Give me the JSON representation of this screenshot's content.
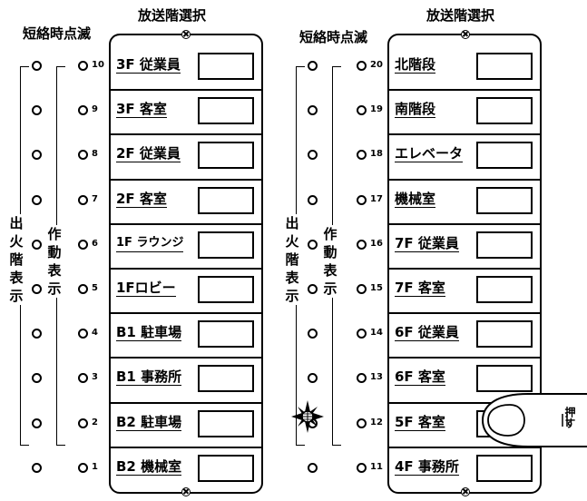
{
  "left": {
    "header_short": "短絡時点滅",
    "header_select": "放送階選択",
    "label_fire": "出火階表示",
    "label_active": "作動表示",
    "floors": [
      {
        "num": "10",
        "label": "3F 従業員"
      },
      {
        "num": "9",
        "label": "3F 客室"
      },
      {
        "num": "8",
        "label": "2F 従業員"
      },
      {
        "num": "7",
        "label": "2F 客室"
      },
      {
        "num": "6",
        "label": "1F ラウンジ"
      },
      {
        "num": "5",
        "label": "1Fロビー"
      },
      {
        "num": "4",
        "label": "B1 駐車場"
      },
      {
        "num": "3",
        "label": "B1 事務所"
      },
      {
        "num": "2",
        "label": "B2 駐車場"
      },
      {
        "num": "1",
        "label": "B2 機械室"
      }
    ]
  },
  "right": {
    "header_short": "短絡時点滅",
    "header_select": "放送階選択",
    "label_fire": "出火階表示",
    "label_active": "作動表示",
    "floors": [
      {
        "num": "20",
        "label": "北階段"
      },
      {
        "num": "19",
        "label": "南階段"
      },
      {
        "num": "18",
        "label": "エレベータ"
      },
      {
        "num": "17",
        "label": "機械室"
      },
      {
        "num": "16",
        "label": "7F 従業員"
      },
      {
        "num": "15",
        "label": "7F 客室"
      },
      {
        "num": "14",
        "label": "6F 従業員"
      },
      {
        "num": "13",
        "label": "6F 客室"
      },
      {
        "num": "12",
        "label": "5F 客室"
      },
      {
        "num": "11",
        "label": "4F 事務所"
      }
    ],
    "press_label": "押す"
  },
  "icons": {
    "flashing_lamp": "starburst-icon",
    "finger": "finger-press-icon",
    "screw": "screw-icon"
  }
}
